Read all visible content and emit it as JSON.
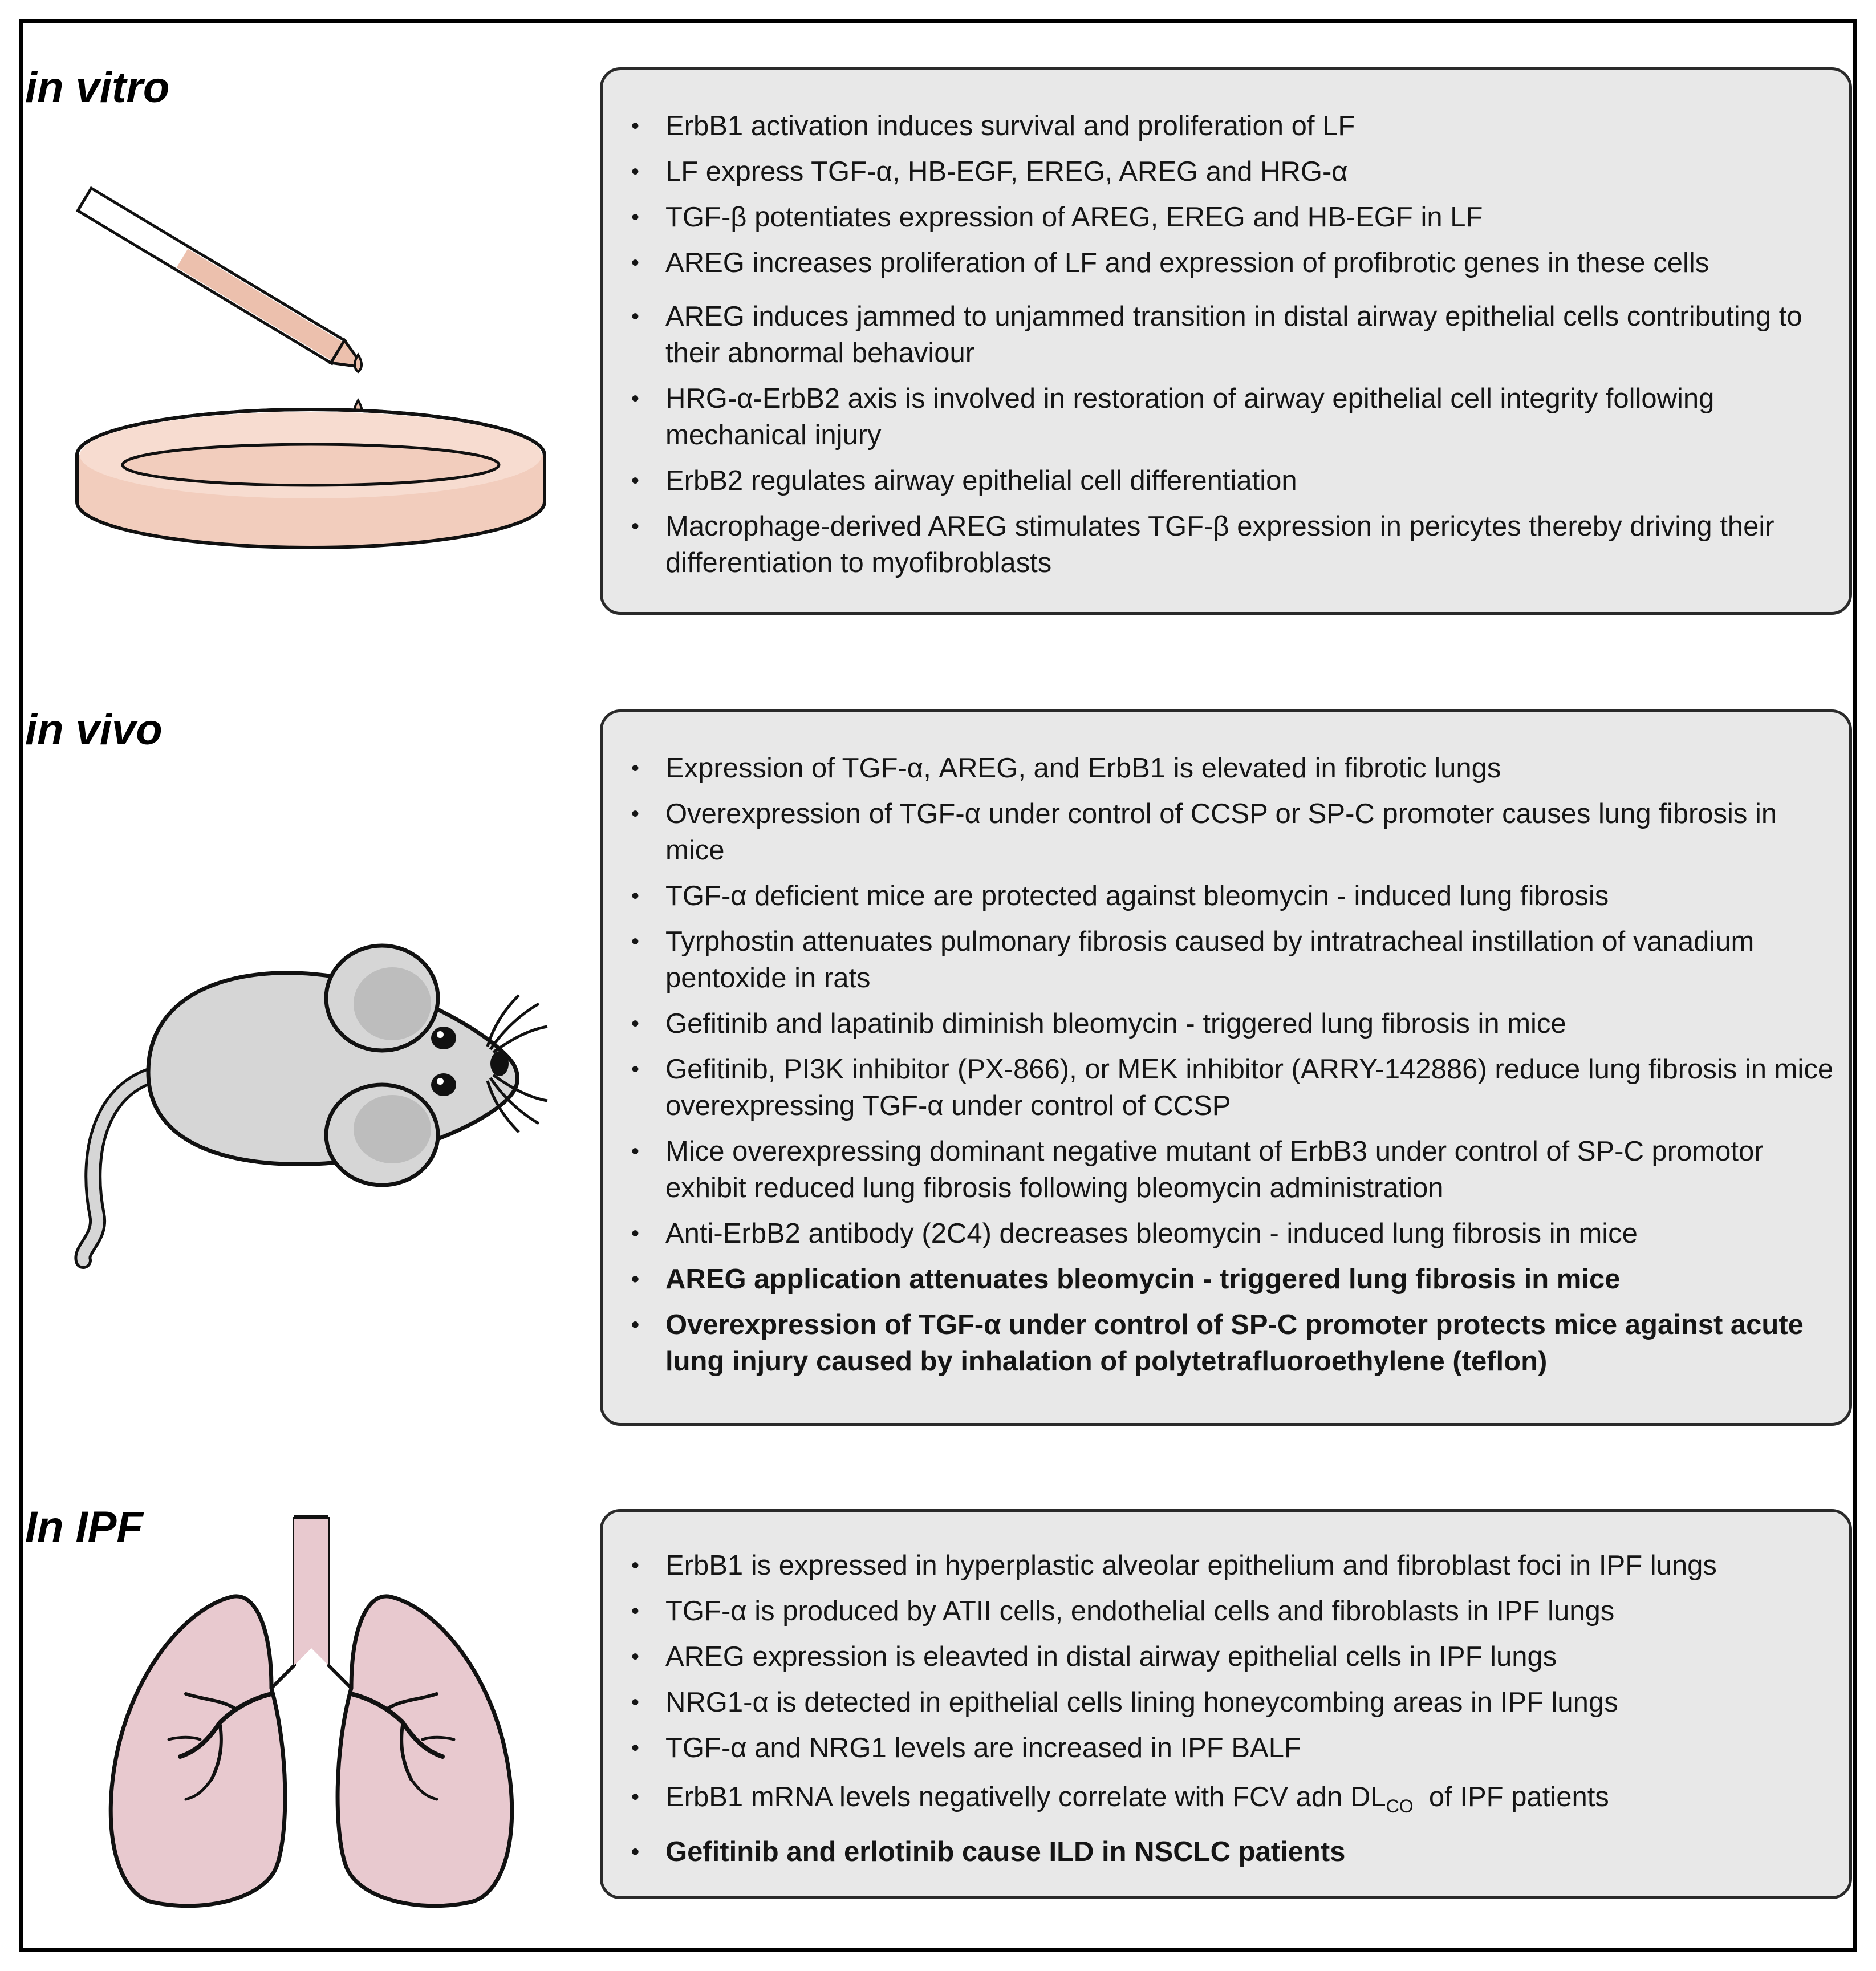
{
  "sections": [
    {
      "title": "in vitro",
      "items": [
        {
          "text": "ErbB1 activation induces  survival and proliferation of LF",
          "bold": false
        },
        {
          "text": "LF express TGF-α, HB-EGF, EREG, AREG and HRG-α",
          "bold": false
        },
        {
          "text": "TGF-β potentiates expression of AREG, EREG and HB-EGF in LF",
          "bold": false
        },
        {
          "text": "AREG increases proliferation of LF and expression of profibrotic genes in these cells",
          "bold": false
        },
        {
          "text": "AREG induces jammed to unjammed transition in distal airway epithelial cells contributing to their abnormal behaviour",
          "bold": false
        },
        {
          "text": "HRG-α-ErbB2 axis is involved in restoration of airway epithelial cell integrity following mechanical injury",
          "bold": false
        },
        {
          "text": "ErbB2 regulates airway epithelial cell differentiation",
          "bold": false
        },
        {
          "text": "Macrophage-derived AREG stimulates TGF-β expression in pericytes thereby driving their differentiation to myofibroblasts",
          "bold": false
        }
      ]
    },
    {
      "title": "in vivo",
      "items": [
        {
          "text": "Expression of TGF-α, AREG, and ErbB1 is elevated in fibrotic lungs",
          "bold": false
        },
        {
          "text": "Overexpression of TGF-α under control of  CCSP or SP-C promoter causes lung fibrosis in mice",
          "bold": false
        },
        {
          "text": "TGF-α deficient mice are protected against bleomycin - induced lung fibrosis",
          "bold": false
        },
        {
          "text": "Tyrphostin attenuates pulmonary fibrosis caused by intratracheal instillation of vanadium pentoxide in rats",
          "bold": false
        },
        {
          "text": "Gefitinib and lapatinib diminish bleomycin - triggered lung fibrosis in mice",
          "bold": false
        },
        {
          "text": "Gefitinib, PI3K inhibitor (PX-866), or MEK inhibitor (ARRY-142886) reduce lung fibrosis in mice overexpressing TGF-α under control of CCSP",
          "bold": false
        },
        {
          "text": "Mice overexpressing dominant negative mutant of  ErbB3 under control of SP-C promotor exhibit reduced lung fibrosis following bleomycin administration",
          "bold": false
        },
        {
          "text": "Anti-ErbB2 antibody (2C4) decreases bleomycin - induced lung fibrosis in mice",
          "bold": false
        },
        {
          "text": "AREG application attenuates bleomycin - triggered lung fibrosis in mice",
          "bold": true
        },
        {
          "text": "Overexpression of TGF-α under control of SP-C promoter protects mice against acute lung injury caused by inhalation of polytetrafluoroethylene (teflon)",
          "bold": true
        }
      ]
    },
    {
      "title": "In IPF",
      "items": [
        {
          "text": "ErbB1 is expressed in hyperplastic alveolar epithelium and fibroblast foci in IPF lungs",
          "bold": false
        },
        {
          "text": "TGF-α is produced by ATII cells, endothelial cells and fibroblasts in IPF lungs",
          "bold": false
        },
        {
          "text": "AREG expression is eleavted in distal airway epithelial cells in IPF lungs",
          "bold": false
        },
        {
          "text": "NRG1-α is detected in epithelial cells lining honeycombing areas in IPF lungs",
          "bold": false
        },
        {
          "text": "TGF-α and NRG1 levels are increased in IPF BALF",
          "bold": false
        },
        {
          "text": "ErbB1 mRNA levels negativelly correlate with FCV adn DL",
          "sub": "CO",
          "suffix": "  of IPF patients",
          "bold": false
        },
        {
          "text": "Gefitinib and erlotinib cause ILD in NSCLC patients",
          "bold": true
        }
      ]
    }
  ],
  "bullet_glyph": "•",
  "colors": {
    "panel_fill": "#e8e8e8",
    "panel_border": "#2a2a2a",
    "dish_liquid": "#f2cdbd",
    "mouse_body": "#d6d6d6",
    "mouse_ear_inner": "#bdbdbd",
    "lung_fill": "#e8c9cf"
  },
  "icons": [
    "pipette-dish-icon",
    "mouse-icon",
    "lungs-icon"
  ]
}
